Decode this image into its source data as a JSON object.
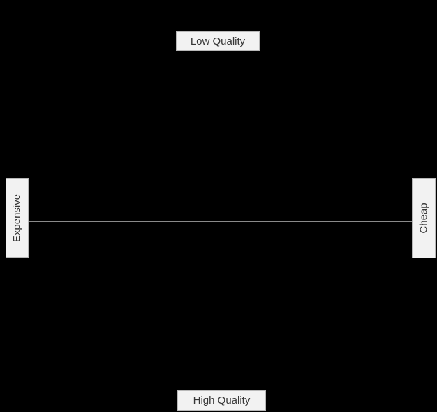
{
  "diagram": {
    "type": "quadrant-map",
    "background_color": "#000000",
    "axis_line_color": "#8a8a8a",
    "labels": {
      "top": "Low Quality",
      "bottom": "High Quality",
      "left": "Expensive",
      "right": "Cheap"
    },
    "label_style": {
      "fill_color": "#f2f2f2",
      "border_color": "#b8b8b8",
      "text_color": "#363636"
    }
  }
}
